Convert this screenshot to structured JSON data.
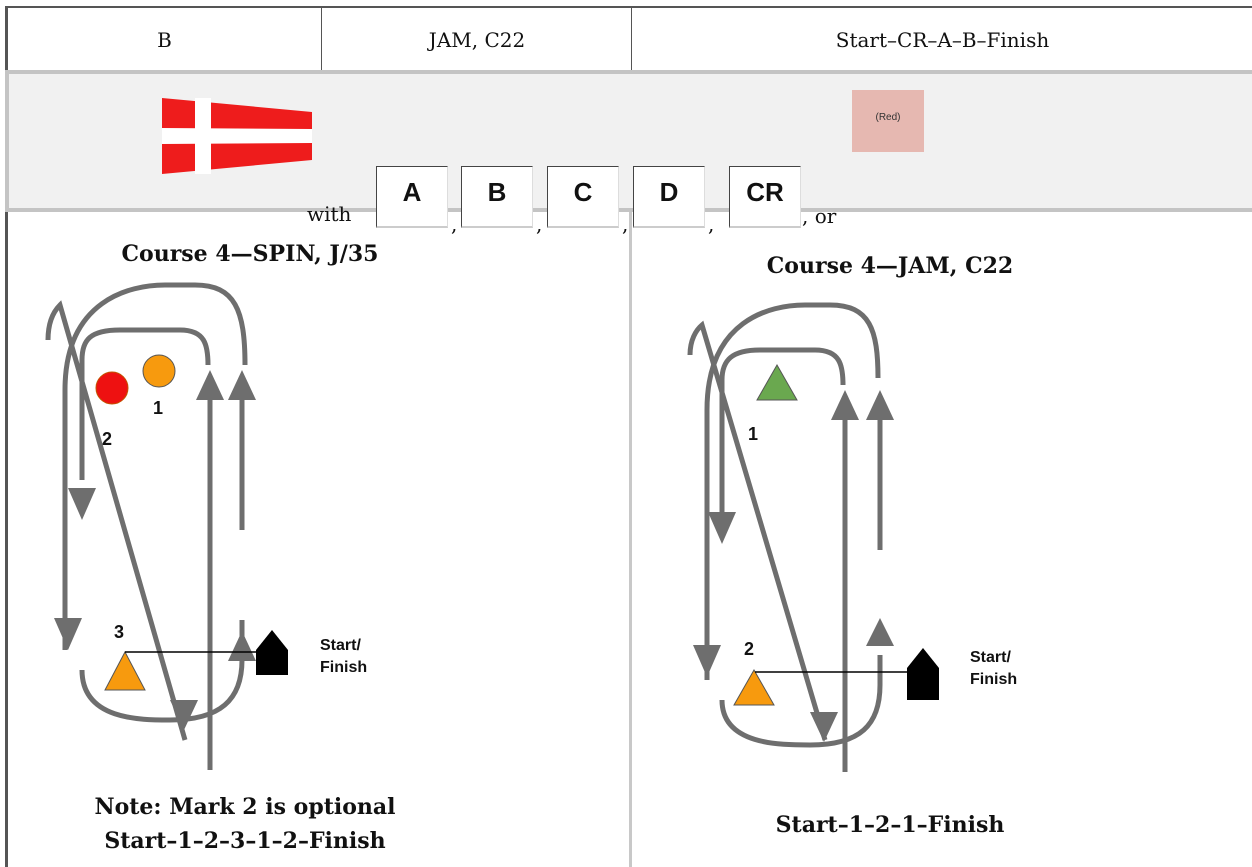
{
  "header_row": {
    "col1": "B",
    "col2": "JAM, C22",
    "col3": "Start–CR–A–B–Finish"
  },
  "flag_row": {
    "with_text": "with",
    "boxes": [
      "A",
      "B",
      "C",
      "D",
      "CR"
    ],
    "separator": ",",
    "or_text": ", or",
    "red_box_label": "(Red)"
  },
  "left_course": {
    "title": "Course 4—SPIN, J/35",
    "mark_labels": [
      "1",
      "2",
      "3"
    ],
    "start_label_1": "Start/",
    "start_label_2": "Finish",
    "note_1": "Note:  Mark 2 is optional",
    "note_2": "Start–1–2–3–1–2–Finish"
  },
  "right_course": {
    "title": "Course 4—JAM, C22",
    "mark_labels": [
      "1",
      "2"
    ],
    "start_label_1": "Start/",
    "start_label_2": "Finish",
    "route": "Start–1–2–1–Finish"
  },
  "colors": {
    "orange_mark": "#f79a0e",
    "red_mark": "#ee1111",
    "green_mark": "#6aa84f",
    "path_gray": "#6e6e6e",
    "flag_red": "#ee1c1c",
    "red_box": "#e6b8b1"
  }
}
